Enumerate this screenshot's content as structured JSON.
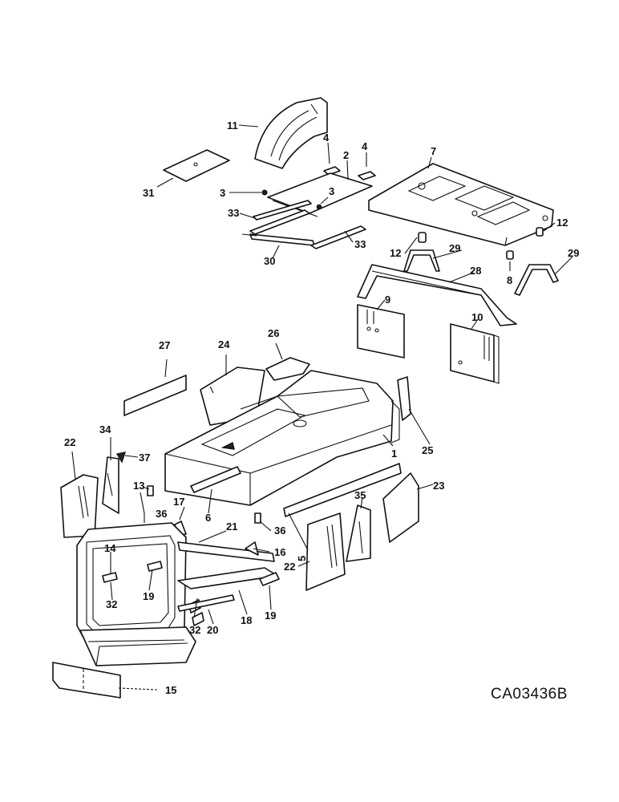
{
  "drawing_id": "CA03436B",
  "callouts": {
    "c1": "1",
    "c2": "2",
    "c3a": "3",
    "c3b": "3",
    "c4a": "4",
    "c4b": "4",
    "c5": "5",
    "c6": "6",
    "c7": "7",
    "c8": "8",
    "c9": "9",
    "c10": "10",
    "c11": "11",
    "c12a": "12",
    "c12b": "12",
    "c13": "13",
    "c14": "14",
    "c15": "15",
    "c16": "16",
    "c17": "17",
    "c18": "18",
    "c19a": "19",
    "c19b": "19",
    "c20": "20",
    "c21": "21",
    "c22a": "22",
    "c22b": "22",
    "c23": "23",
    "c24": "24",
    "c25": "25",
    "c26": "26",
    "c27": "27",
    "c28": "28",
    "c29a": "29",
    "c29b": "29",
    "c30": "30",
    "c31": "31",
    "c32a": "32",
    "c32b": "32",
    "c33a": "33",
    "c33b": "33",
    "c34": "34",
    "c35": "35",
    "c36a": "36",
    "c36b": "36",
    "c37": "37"
  }
}
